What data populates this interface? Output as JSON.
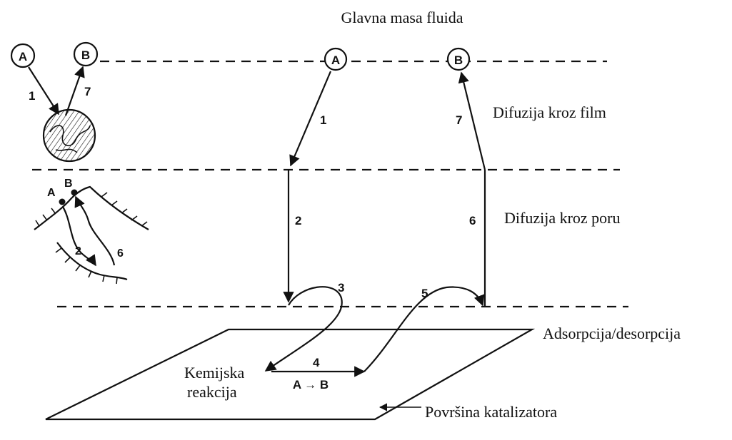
{
  "labels": {
    "bulk_fluid": "Glavna masa fluida",
    "film_diffusion": "Difuzija kroz film",
    "pore_diffusion": "Difuzija kroz poru",
    "adsorption": "Adsorpcija/desorpcija",
    "reaction_line1": "Kemijska",
    "reaction_line2": "reakcija",
    "catalyst_surface": "Površina katalizatora"
  },
  "species": {
    "a": "A",
    "b": "B"
  },
  "reaction": "A → B",
  "steps": {
    "s1": "1",
    "s2": "2",
    "s3": "3",
    "s4": "4",
    "s5": "5",
    "s6": "6",
    "s7": "7"
  }
}
